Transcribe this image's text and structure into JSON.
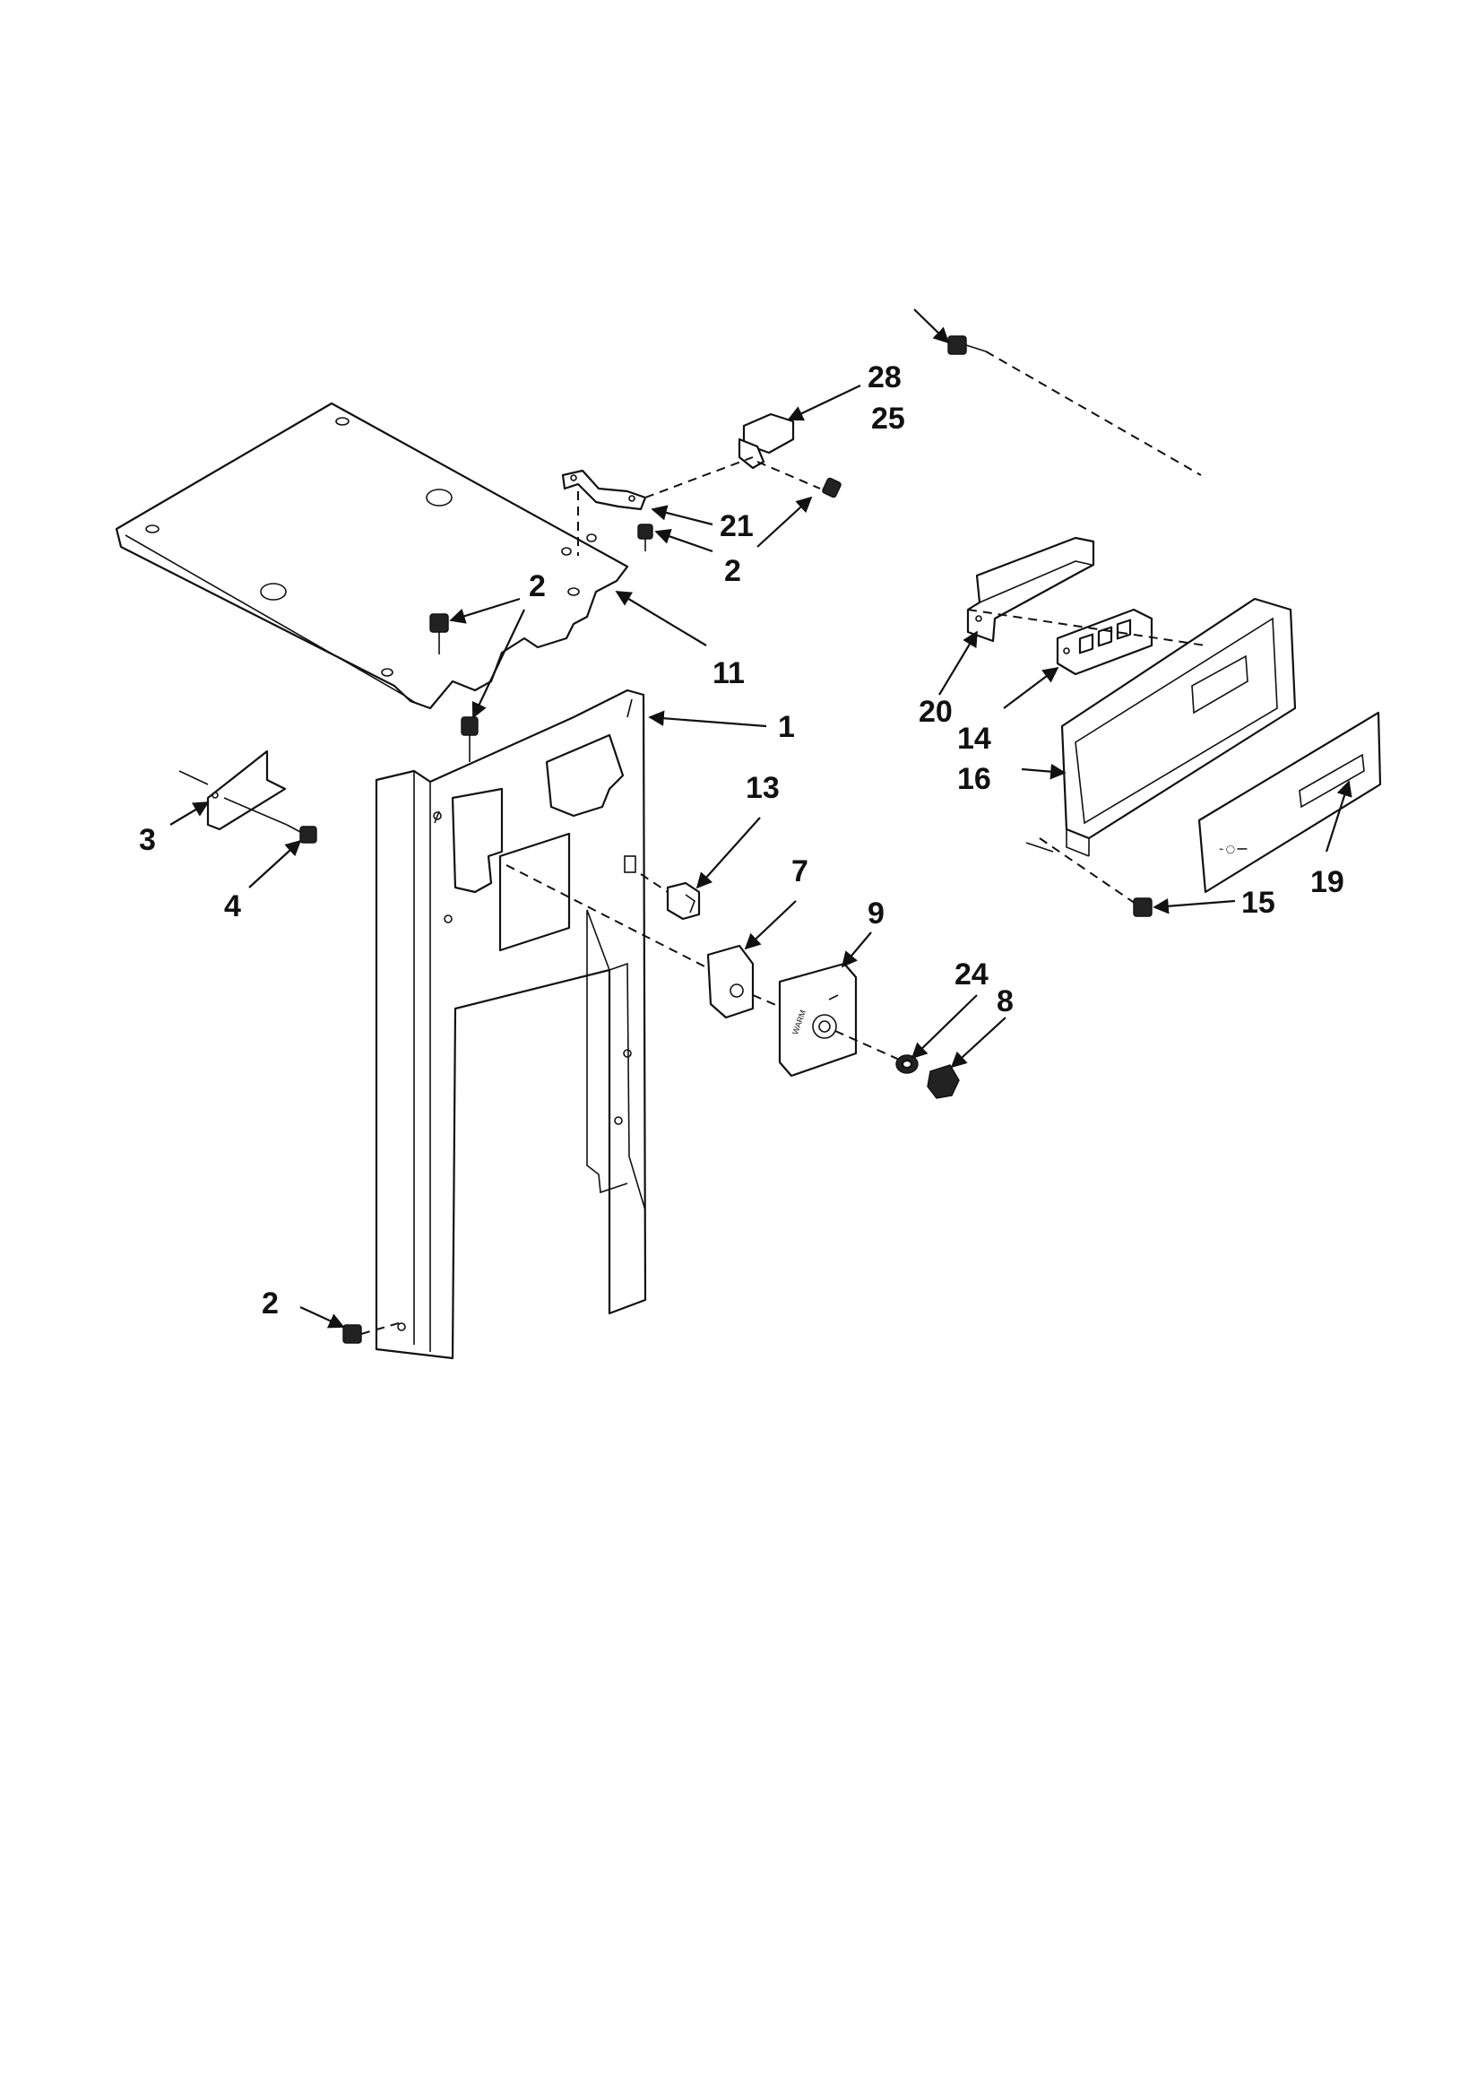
{
  "diagram": {
    "callouts": [
      {
        "id": "c28",
        "text": "28"
      },
      {
        "id": "c25",
        "text": "25"
      },
      {
        "id": "c21",
        "text": "21"
      },
      {
        "id": "c2a",
        "text": "2"
      },
      {
        "id": "c2b",
        "text": "2"
      },
      {
        "id": "c11",
        "text": "11"
      },
      {
        "id": "c1",
        "text": "1"
      },
      {
        "id": "c3",
        "text": "3"
      },
      {
        "id": "c4",
        "text": "4"
      },
      {
        "id": "c13",
        "text": "13"
      },
      {
        "id": "c7",
        "text": "7"
      },
      {
        "id": "c9",
        "text": "9"
      },
      {
        "id": "c24",
        "text": "24"
      },
      {
        "id": "c8",
        "text": "8"
      },
      {
        "id": "c20",
        "text": "20"
      },
      {
        "id": "c14",
        "text": "14"
      },
      {
        "id": "c16",
        "text": "16"
      },
      {
        "id": "c19",
        "text": "19"
      },
      {
        "id": "c15",
        "text": "15"
      },
      {
        "id": "c2c",
        "text": "2"
      }
    ]
  }
}
